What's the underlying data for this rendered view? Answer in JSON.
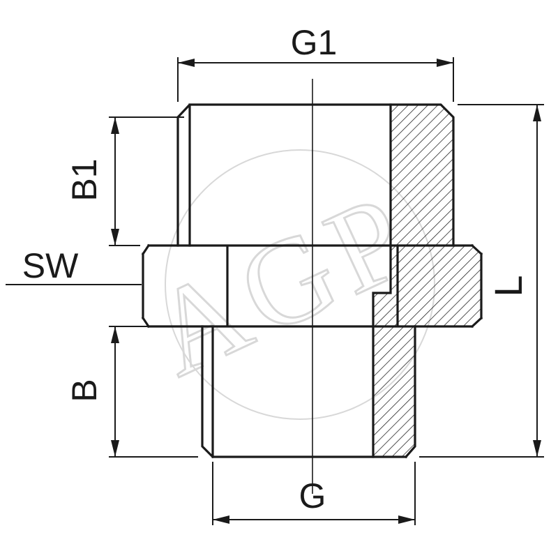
{
  "drawing": {
    "labels": {
      "width_top": "G1",
      "length_top": "B1",
      "wrench_size": "SW",
      "length_bottom": "B",
      "width_bottom": "G",
      "overall_length": "L"
    },
    "watermark": "AGP",
    "colors": {
      "line": "#1a1a1a",
      "watermark": "#d8d8d8",
      "background": "#ffffff"
    }
  }
}
